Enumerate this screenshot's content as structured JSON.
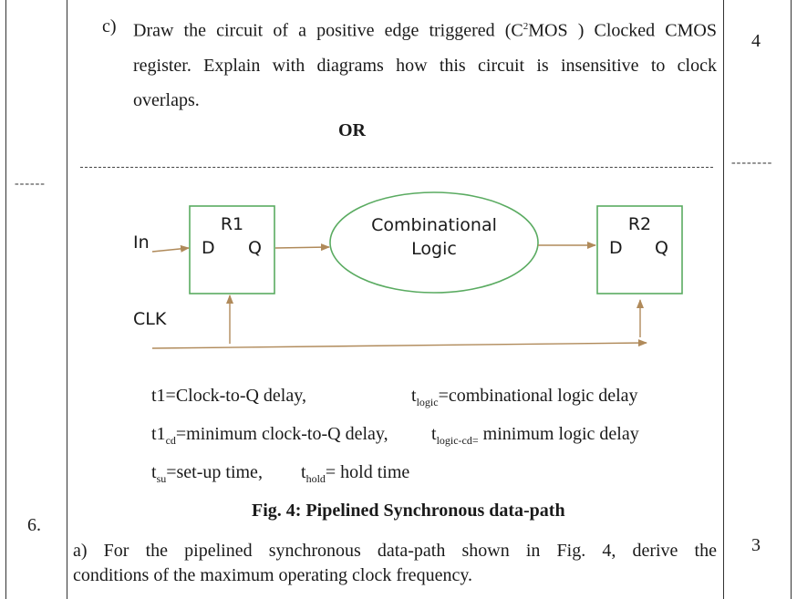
{
  "columns": {
    "left": {
      "question_no": "6.",
      "separator": "------"
    },
    "right": {
      "marks_c": "4",
      "marks_a": "3",
      "separator": "--------"
    }
  },
  "question_c": {
    "label": "c)",
    "line1_pre": "Draw the circuit of a positive edge triggered (C",
    "line1_sup": "2",
    "line1_post": "MOS ) Clocked CMOS",
    "line2": "register. Explain with diagrams how this circuit is insensitive to clock",
    "line3": "overlaps."
  },
  "or_label": "OR",
  "diagram": {
    "input_label": "In",
    "clock_label": "CLK",
    "reg1": {
      "name": "R1",
      "d": "D",
      "q": "Q"
    },
    "logic": {
      "line1": "Combinational",
      "line2": "Logic"
    },
    "reg2": {
      "name": "R2",
      "d": "D",
      "q": "Q"
    },
    "colors": {
      "box": "#5aab61",
      "arrow": "#b08a5a"
    }
  },
  "definitions": {
    "t1": "t1=Clock-to-Q delay,",
    "tlogic_base": "t",
    "tlogic_sub": "logic",
    "tlogic_text": "=combinational logic delay",
    "t1cd_base": "t1",
    "t1cd_sub": "cd",
    "t1cd_text": "=minimum clock-to-Q delay,",
    "tlogiccd_base": "t",
    "tlogiccd_sub": "logic-cd=",
    "tlogiccd_text": " minimum logic delay",
    "tsu_base": "t",
    "tsu_sub": "su",
    "tsu_text": "=set-up time,",
    "thold_base": "t",
    "thold_sub": "hold",
    "thold_text": "= hold time"
  },
  "figure_caption": "Fig. 4: Pipelined Synchronous data-path",
  "question_a": {
    "line1": "a) For the pipelined synchronous data-path shown in Fig. 4, derive the",
    "line2": "conditions of the maximum operating clock frequency."
  }
}
